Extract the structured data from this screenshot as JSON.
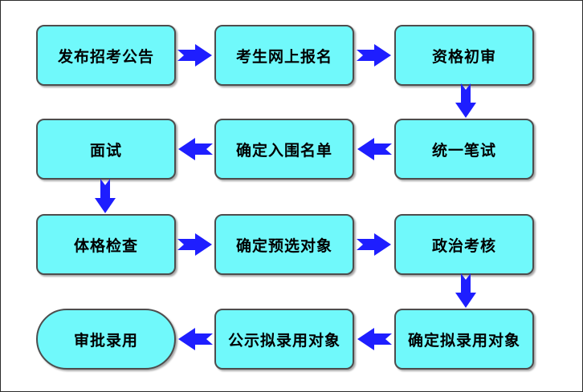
{
  "diagram": {
    "type": "flowchart",
    "description": "recruitment-process-flow",
    "colors": {
      "node_fill": "#70F9FB",
      "node_border": "#4D4D4D",
      "arrow": "#1E1EFF",
      "text": "#000000",
      "background": "#FFFFFF",
      "frame_border": "#2B2B2B"
    },
    "nodes": [
      {
        "id": "announcement",
        "label": "发布招考公告",
        "shape": "rounded-rect"
      },
      {
        "id": "online-registration",
        "label": "考生网上报名",
        "shape": "rounded-rect"
      },
      {
        "id": "initial-qualification-review",
        "label": "资格初审",
        "shape": "rounded-rect"
      },
      {
        "id": "written-exam",
        "label": "统一笔试",
        "shape": "rounded-rect"
      },
      {
        "id": "shortlist",
        "label": "确定入围名单",
        "shape": "rounded-rect"
      },
      {
        "id": "interview",
        "label": "面试",
        "shape": "rounded-rect"
      },
      {
        "id": "physical-exam",
        "label": "体格检查",
        "shape": "rounded-rect"
      },
      {
        "id": "preselection",
        "label": "确定预选对象",
        "shape": "rounded-rect"
      },
      {
        "id": "political-review",
        "label": "政治考核",
        "shape": "rounded-rect"
      },
      {
        "id": "proposed-candidates",
        "label": "确定拟录用对象",
        "shape": "rounded-rect"
      },
      {
        "id": "publicity",
        "label": "公示拟录用对象",
        "shape": "rounded-rect"
      },
      {
        "id": "approval",
        "label": "审批录用",
        "shape": "stadium"
      }
    ],
    "arrows": [
      {
        "from": "announcement",
        "to": "online-registration",
        "direction": "right"
      },
      {
        "from": "online-registration",
        "to": "initial-qualification-review",
        "direction": "right"
      },
      {
        "from": "initial-qualification-review",
        "to": "written-exam",
        "direction": "down"
      },
      {
        "from": "written-exam",
        "to": "shortlist",
        "direction": "left"
      },
      {
        "from": "shortlist",
        "to": "interview",
        "direction": "left"
      },
      {
        "from": "interview",
        "to": "physical-exam",
        "direction": "down"
      },
      {
        "from": "physical-exam",
        "to": "preselection",
        "direction": "right"
      },
      {
        "from": "preselection",
        "to": "political-review",
        "direction": "right"
      },
      {
        "from": "political-review",
        "to": "proposed-candidates",
        "direction": "down"
      },
      {
        "from": "proposed-candidates",
        "to": "publicity",
        "direction": "left"
      },
      {
        "from": "publicity",
        "to": "approval",
        "direction": "left"
      }
    ]
  }
}
